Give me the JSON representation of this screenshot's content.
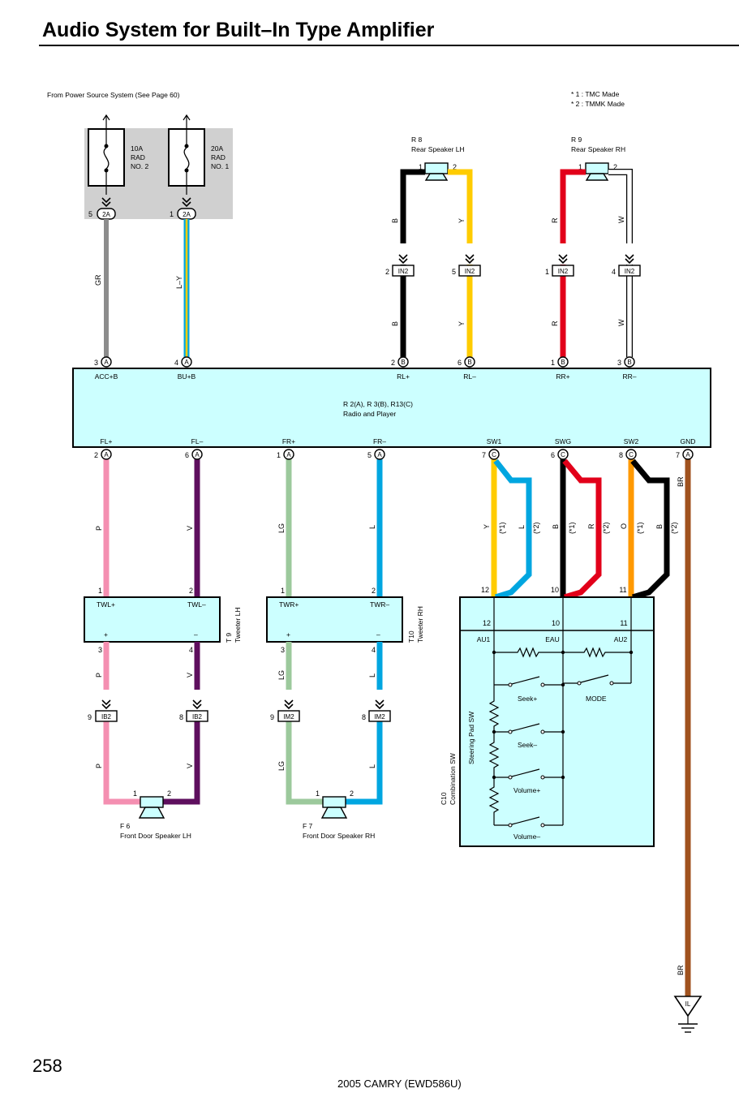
{
  "title": "Audio System for Built–In Type Amplifier",
  "power_source_note": "From Power Source System (See Page 60)",
  "notes": [
    "* 1 : TMC Made",
    "* 2 : TMMK Made"
  ],
  "fuses": [
    {
      "line1": "10A",
      "line2": "RAD",
      "line3": "NO. 2",
      "pin": "5",
      "connector": "2A",
      "wire": "GR"
    },
    {
      "line1": "20A",
      "line2": "RAD",
      "line3": "NO. 1",
      "pin": "1",
      "connector": "2A",
      "wire": "L–Y"
    }
  ],
  "rear_speakers": [
    {
      "id": "R 8",
      "name": "Rear Speaker LH",
      "pin1": "1",
      "pin2": "2",
      "wires": [
        {
          "pin": "2",
          "connector": "IN2",
          "color": "B",
          "radio_pin": "2"
        },
        {
          "pin": "5",
          "connector": "IN2",
          "color": "Y",
          "radio_pin": "6"
        }
      ]
    },
    {
      "id": "R 9",
      "name": "Rear Speaker RH",
      "pin1": "1",
      "pin2": "2",
      "wires": [
        {
          "pin": "1",
          "connector": "IN2",
          "color": "R",
          "radio_pin": "1"
        },
        {
          "pin": "4",
          "connector": "IN2",
          "color": "W",
          "radio_pin": "3"
        }
      ]
    }
  ],
  "radio": {
    "id": "R 2(A), R 3(B), R13(C)",
    "name": "Radio and Player",
    "top_pins": [
      {
        "pin": "3",
        "conn": "A",
        "label": "ACC+B"
      },
      {
        "pin": "4",
        "conn": "A",
        "label": "BU+B"
      },
      {
        "pin": "2",
        "conn": "B",
        "label": "RL+"
      },
      {
        "pin": "6",
        "conn": "B",
        "label": "RL–"
      },
      {
        "pin": "1",
        "conn": "B",
        "label": "RR+"
      },
      {
        "pin": "3",
        "conn": "B",
        "label": "RR–"
      }
    ],
    "bottom_pins": [
      {
        "pin": "2",
        "conn": "A",
        "label": "FL+"
      },
      {
        "pin": "6",
        "conn": "A",
        "label": "FL–"
      },
      {
        "pin": "1",
        "conn": "A",
        "label": "FR+"
      },
      {
        "pin": "5",
        "conn": "A",
        "label": "FR–"
      },
      {
        "pin": "7",
        "conn": "C",
        "label": "SW1"
      },
      {
        "pin": "6",
        "conn": "C",
        "label": "SWG"
      },
      {
        "pin": "8",
        "conn": "C",
        "label": "SW2"
      },
      {
        "pin": "7",
        "conn": "A",
        "label": "GND"
      }
    ]
  },
  "front_wires": [
    {
      "color": "P"
    },
    {
      "color": "V"
    },
    {
      "color": "LG"
    },
    {
      "color": "L"
    }
  ],
  "tweeters": [
    {
      "id": "T 9",
      "name": "Tweeter LH",
      "t1": "TWL+",
      "t2": "TWL–",
      "in1": "1",
      "in2": "2",
      "plus": "+",
      "minus": "–",
      "out1": "3",
      "out2": "4"
    },
    {
      "id": "T10",
      "name": "Tweeter RH",
      "t1": "TWR+",
      "t2": "TWR–",
      "in1": "1",
      "in2": "2",
      "plus": "+",
      "minus": "–",
      "out1": "3",
      "out2": "4"
    }
  ],
  "front_connectors": [
    {
      "pin": "9",
      "name": "IB2"
    },
    {
      "pin": "8",
      "name": "IB2"
    },
    {
      "pin": "9",
      "name": "IM2"
    },
    {
      "pin": "8",
      "name": "IM2"
    }
  ],
  "front_speakers": [
    {
      "id": "F 6",
      "name": "Front Door Speaker LH",
      "pin1": "1",
      "pin2": "2"
    },
    {
      "id": "F 7",
      "name": "Front Door Speaker RH",
      "pin1": "1",
      "pin2": "2"
    }
  ],
  "switch_wires": [
    {
      "main": "Y",
      "main_note": "(*1)",
      "alt": "L",
      "alt_note": "(*2)",
      "pin": "12"
    },
    {
      "main": "B",
      "main_note": "(*1)",
      "alt": "R",
      "alt_note": "(*2)",
      "pin": "10"
    },
    {
      "main": "O",
      "main_note": "(*1)",
      "alt": "B",
      "alt_note": "(*2)",
      "pin": "11"
    }
  ],
  "combo_switch": {
    "id": "C10",
    "name": "Combination SW",
    "sub": "Steering Pad SW",
    "pins": [
      "12",
      "10",
      "11"
    ],
    "terminals": [
      "AU1",
      "EAU",
      "AU2"
    ],
    "switches": [
      "Seek+",
      "MODE",
      "Seek–",
      "Volume+",
      "Volume–"
    ]
  },
  "ground": {
    "wire": "BR",
    "label": "IL"
  },
  "page_number": "258",
  "footer": "2005 CAMRY (EWD586U)",
  "colors": {
    "box_fill": "#ccffff",
    "fuse_box_bg": "#d0d0d0",
    "wire_GR": "#8c8c8c",
    "wire_L": "#00a6e0",
    "wire_Y": "#ffcc00",
    "wire_B": "#000000",
    "wire_R": "#e2001a",
    "wire_W": "#ffffff",
    "wire_P": "#f48fb1",
    "wire_V": "#5e0f5e",
    "wire_LG": "#9cc99c",
    "wire_O": "#ff9900",
    "wire_BR": "#a0521e"
  }
}
